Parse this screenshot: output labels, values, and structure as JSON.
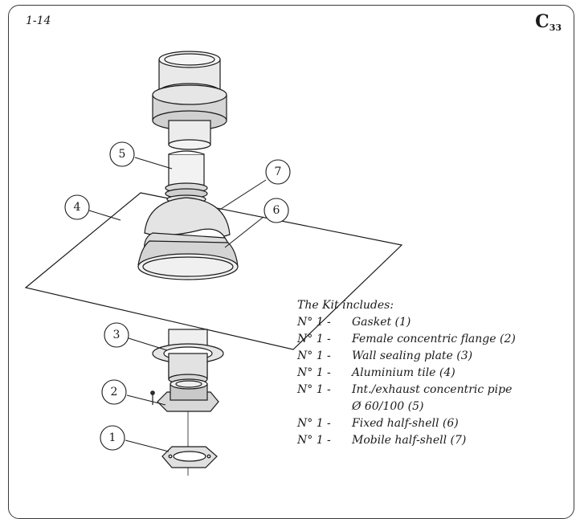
{
  "figure": {
    "id": "1-14",
    "code": "C",
    "code_subscript": "33"
  },
  "callouts": [
    "1",
    "2",
    "3",
    "4",
    "5",
    "6",
    "7"
  ],
  "kit": {
    "heading": "The Kit includes:",
    "items": [
      {
        "prefix": "N° 1 -",
        "text": "Gasket (1)"
      },
      {
        "prefix": "N° 1 -",
        "text": "Female concentric flange (2)"
      },
      {
        "prefix": "N° 1 -",
        "text": "Wall sealing plate (3)"
      },
      {
        "prefix": "N° 1 -",
        "text": "Aluminium tile (4)"
      },
      {
        "prefix": "N° 1 -",
        "text": "Int./exhaust concentric pipe",
        "continuation": "Ø 60/100 (5)"
      },
      {
        "prefix": "N° 1 -",
        "text": "Fixed half-shell (6)"
      },
      {
        "prefix": "N° 1 -",
        "text": "Mobile half-shell (7)"
      }
    ]
  }
}
